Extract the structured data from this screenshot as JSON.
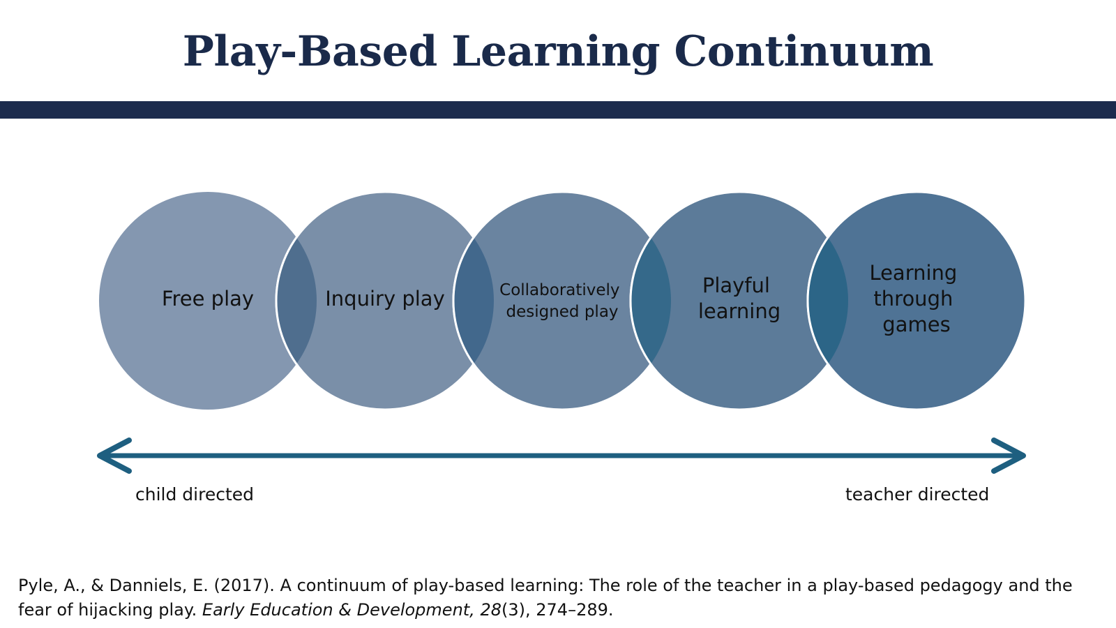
{
  "title": "Play-Based Learning Continuum",
  "colors": {
    "title_text": "#1a2a4a",
    "title_rule": "#1c2b4d",
    "circles": [
      "#8497b0",
      "#7a8fa8",
      "#6a84a0",
      "#5c7b99",
      "#4f7395"
    ],
    "overlaps": [
      "#4f6e8e",
      "#42688c",
      "#35698a",
      "#2c6587"
    ],
    "arrow": "#1e5f80"
  },
  "circles": [
    {
      "lines": [
        "Free play"
      ]
    },
    {
      "lines": [
        "Inquiry play"
      ]
    },
    {
      "lines": [
        "Collaboratively",
        "designed play"
      ]
    },
    {
      "lines": [
        "Playful",
        "learning"
      ]
    },
    {
      "lines": [
        "Learning",
        "through",
        "games"
      ]
    }
  ],
  "axis": {
    "left_label": "child directed",
    "right_label": "teacher directed"
  },
  "citation": {
    "part1": "Pyle, A., & Danniels, E. (2017). A continuum of play-based learning: The role of the teacher in a play-based pedagogy and the fear of hijacking play. ",
    "journal": "Early Education & Development,",
    "space": " ",
    "volume": "28",
    "part2": "(3), 274–289."
  }
}
